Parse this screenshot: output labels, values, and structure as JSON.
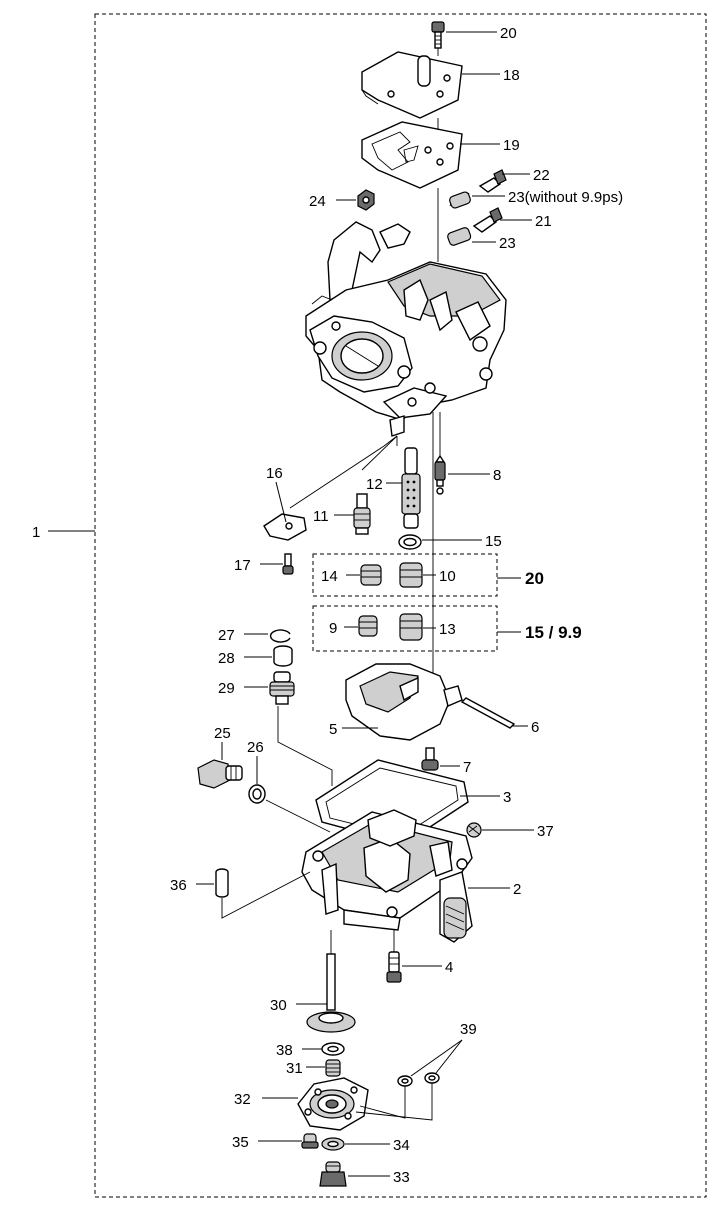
{
  "labels": {
    "p1": "1",
    "p2": "2",
    "p3": "3",
    "p4": "4",
    "p5": "5",
    "p6": "6",
    "p7": "7",
    "p8": "8",
    "p9": "9",
    "p10": "10",
    "p11": "11",
    "p12": "12",
    "p13": "13",
    "p14": "14",
    "p15": "15",
    "p16": "16",
    "p17": "17",
    "p18": "18",
    "p19": "19",
    "p20": "20",
    "p21": "21",
    "p22": "22",
    "p23a": "23(without 9.9ps)",
    "p23b": "23",
    "p24": "24",
    "p25": "25",
    "p26": "26",
    "p27": "27",
    "p28": "28",
    "p29": "29",
    "p30": "30",
    "p31": "31",
    "p32": "32",
    "p33": "33",
    "p34": "34",
    "p35": "35",
    "p36": "36",
    "p37": "37",
    "p38": "38",
    "p39": "39"
  },
  "groups": {
    "g20": "20",
    "g15": "15 / 9.9"
  }
}
